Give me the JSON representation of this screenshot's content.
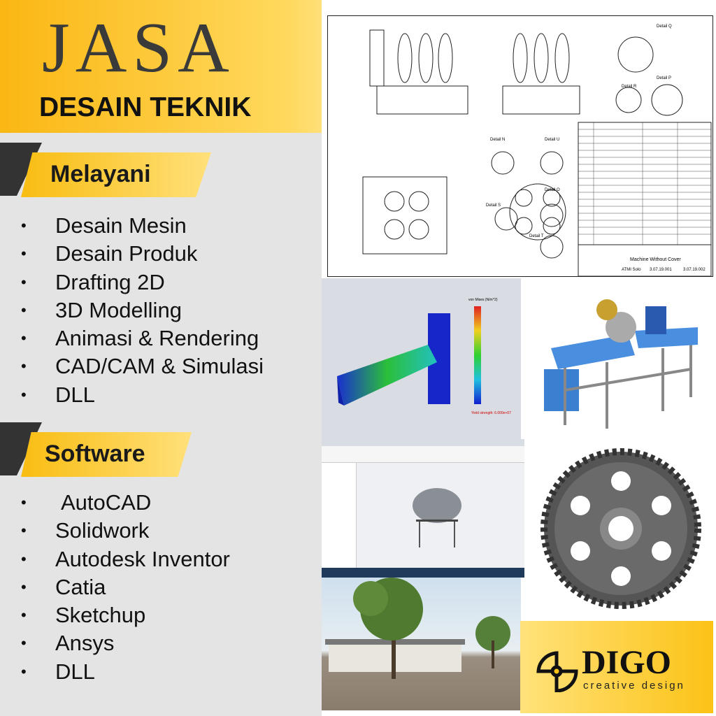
{
  "header": {
    "title": "JASA",
    "subtitle": "DESAIN TEKNIK"
  },
  "services": {
    "heading": "Melayani",
    "items": [
      "Desain Mesin",
      "Desain Produk",
      "Drafting 2D",
      "3D Modelling",
      "Animasi & Rendering",
      "CAD/CAM & Simulasi",
      "DLL"
    ]
  },
  "software": {
    "heading": "Software",
    "items": [
      "AutoCAD",
      "Solidwork",
      "Autodesk Inventor",
      "Catia",
      "Sketchup",
      "Ansys",
      "DLL"
    ]
  },
  "drawing": {
    "title": "Machine Without Cover",
    "company": "ATMI Solo",
    "code1": "3.07.19.001",
    "code2": "3.07.19.002",
    "details": [
      "Detail Q",
      "Detail P",
      "Detail R",
      "Detail N",
      "Detail U",
      "Detail O",
      "Detail S",
      "Detail T"
    ]
  },
  "fea": {
    "legend_title": "von Mises (N/m^2)",
    "yield": "Yield strength: 6.000e+07"
  },
  "logo": {
    "name": "DIGO",
    "tagline": "creative design"
  },
  "colors": {
    "yellow": "#fbb713",
    "dark": "#333333"
  }
}
